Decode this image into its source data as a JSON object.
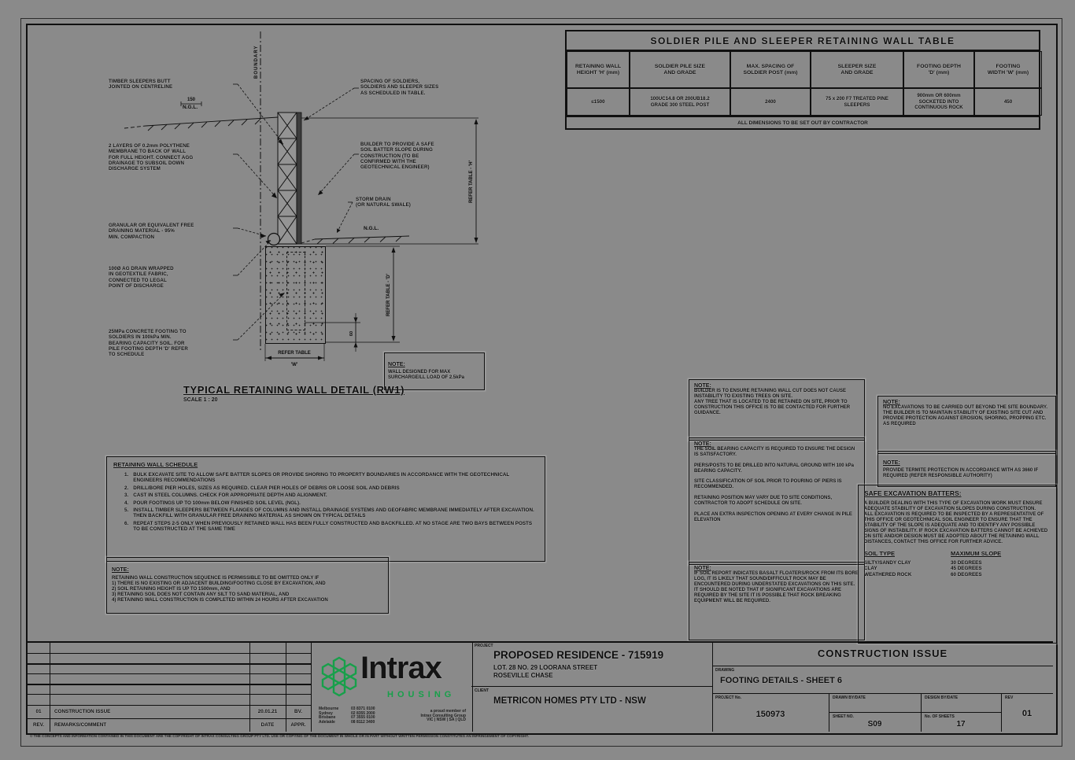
{
  "table": {
    "title": "SOLDIER PILE AND SLEEPER RETAINING WALL TABLE",
    "headers": [
      "RETAINING WALL\nHEIGHT 'H' (mm)",
      "SOLDIER PILE SIZE\nAND GRADE",
      "MAX. SPACING OF\nSOLDIER POST (mm)",
      "SLEEPER SIZE\nAND GRADE",
      "FOOTING DEPTH\n'D' (mm)",
      "FOOTING\nWIDTH 'W' (mm)"
    ],
    "row": [
      "≤1500",
      "100UC14.8 OR 200UB18.2\nGRADE 300 STEEL POST",
      "2400",
      "75 x 200 F7 TREATED PINE\nSLEEPERS",
      "900mm OR 600mm\nSOCKETED INTO\nCONTINUOUS ROCK",
      "450"
    ],
    "footer": "ALL DIMENSIONS TO BE SET OUT BY CONTRACTOR"
  },
  "detail": {
    "title": "TYPICAL RETAINING WALL DETAIL (RW1)",
    "scale": "SCALE 1 : 20",
    "boundary": "BOUNDARY",
    "ngl_left": "N.G.L.",
    "ngl_right": "N.G.L.",
    "dim_150": "150",
    "dim_h": "REFER TABLE - 'H'",
    "dim_d": "REFER TABLE - 'D'",
    "dim_60": "60",
    "dim_w1": "REFER TABLE",
    "dim_w2": "'W'",
    "ann_left": [
      "TIMBER SLEEPERS BUTT\nJOINTED ON CENTRELINE",
      "2 LAYERS OF 0.2mm POLYTHENE\nMEMBRANE TO BACK OF WALL\nFOR FULL HEIGHT. CONNECT AGG\nDRAINAGE TO SUBSOIL DOWN\nDISCHARGE SYSTEM",
      "GRANULAR OR EQUIVALENT FREE\nDRAINING MATERIAL - 95%\nMIN. COMPACTION",
      "100Ø AG DRAIN WRAPPED\nIN GEOTEXTILE FABRIC,\nCONNECTED TO LEGAL\nPOINT OF DISCHARGE",
      "25MPa CONCRETE FOOTING TO\nSOLDIERS IN 100kPa MIN.\nBEARING CAPACITY SOIL. FOR\nPILE FOOTING DEPTH 'D' REFER\nTO SCHEDULE"
    ],
    "ann_right": [
      "SPACING OF SOLDIERS,\nSOLDIERS AND SLEEPER SIZES\nAS SCHEDULED IN TABLE.",
      "BUILDER TO PROVIDE A SAFE\nSOIL BATTER SLOPE DURING\nCONSTRUCTION (TO BE\nCONFIRMED WITH THE\nGEOTECHNICAL ENGINEER)",
      "STORM DRAIN\n(OR NATURAL SWALE)"
    ],
    "note": {
      "title": "NOTE:",
      "body": "WALL DESIGNED FOR MAX\nSURCHARGE/LL LOAD OF 2.5kPa"
    }
  },
  "schedule": {
    "title": "RETAINING WALL SCHEDULE",
    "items": [
      {
        "n": "1.",
        "t": "BULK EXCAVATE SITE TO ALLOW SAFE BATTER SLOPES OR PROVIDE SHORING TO PROPERTY BOUNDARIES IN ACCORDANCE WITH THE GEOTECHNICAL ENGINEERS RECOMMENDATIONS"
      },
      {
        "n": "2.",
        "t": "DRILL/BORE PIER HOLES, SIZES AS REQUIRED. CLEAR PIER HOLES OF DEBRIS OR LOOSE SOIL AND DEBRIS"
      },
      {
        "n": "3.",
        "t": "CAST IN STEEL COLUMNS. CHECK FOR APPROPRIATE DEPTH AND ALIGNMENT."
      },
      {
        "n": "4.",
        "t": "POUR FOOTINGS UP TO 100mm BELOW FINISHED SOIL LEVEL (NGL)."
      },
      {
        "n": "5.",
        "t": "INSTALL TIMBER SLEEPERS BETWEEN FLANGES OF COLUMNS AND INSTALL DRAINAGE SYSTEMS AND GEOFABRIC MEMBRANE IMMEDIATELY AFTER EXCAVATION. THEN BACKFILL WITH GRANULAR FREE DRAINING MATERIAL AS SHOWN ON TYPICAL DETAILS"
      },
      {
        "n": "6.",
        "t": "REPEAT STEPS 2-5 ONLY WHEN PREVIOUSLY RETAINED WALL HAS BEEN FULLY CONSTRUCTED AND BACKFILLED. AT NO STAGE ARE TWO BAYS BETWEEN POSTS TO BE CONSTRUCTED AT THE SAME TIME"
      }
    ]
  },
  "seq_note": {
    "title": "NOTE:",
    "body": "RETAINING WALL CONSTRUCTION SEQUENCE IS PERMISSIBLE TO BE OMITTED ONLY IF\n1) THERE IS NO EXISTING OR ADJACENT BUILDING/FOOTING CLOSE BY EXCAVATION, AND\n2) SOIL RETAINING HEIGHT IS UP TO 1500mm, AND\n3) RETAINING SOIL DOES NOT CONTAIN ANY SILT TO SAND MATERIAL, AND\n4) RETAINING WALL CONSTRUCTION IS COMPLETED WITHIN 24 HOURS AFTER EXCAVATION"
  },
  "notes_mid": [
    {
      "title": "NOTE:",
      "body": "BUILDER IS TO ENSURE RETAINING WALL CUT DOES NOT CAUSE INSTABILITY TO EXISTING TREES ON SITE.\nANY TREE THAT IS LOCATED TO BE RETAINED ON SITE, PRIOR TO CONSTRUCTION THIS OFFICE IS TO BE CONTACTED FOR FURTHER GUIDANCE."
    },
    {
      "title": "NOTE:",
      "body": "THE SOIL BEARING CAPACITY IS REQUIRED TO ENSURE THE DESIGN IS SATISFACTORY.\n\nPIERS/POSTS TO BE DRILLED INTO NATURAL GROUND WITH 100 kPa BEARING CAPACITY.\n\nSITE CLASSIFICATION OF SOIL PRIOR TO POURING OF PIERS IS RECOMMENDED.\n\nRETAINING POSITION MAY VARY DUE TO SITE CONDITIONS, CONTRACTOR TO ADOPT SCHEDULE ON SITE.\n\nPLACE AN EXTRA INSPECTION OPENING AT EVERY CHANGE IN PILE ELEVATION"
    },
    {
      "title": "NOTE:",
      "body": "IF SOIL REPORT INDICATES BASALT FLOATERS/ROCK FROM ITS BORE LOG, IT IS LIKELY THAT SOUND/DIFFICULT ROCK MAY BE ENCOUNTERED DURING UNDERSTATED EXCAVATIONS ON THIS SITE. IT SHOULD BE NOTED THAT IF SIGNIFICANT EXCAVATIONS ARE REQUIRED BY THE SITE IT IS POSSIBLE THAT ROCK BREAKING EQUIPMENT WILL BE REQUIRED."
    }
  ],
  "notes_right": [
    {
      "title": "NOTE:",
      "body": "NO EXCAVATIONS TO BE CARRIED OUT BEYOND THE SITE BOUNDARY.\nTHE BUILDER IS TO MAINTAIN STABILITY OF EXISTING SITE CUT AND PROVIDE PROTECTION AGAINST EROSION, SHORING, PROPPING ETC. AS REQUIRED"
    },
    {
      "title": "NOTE:",
      "body": "PROVIDE TERMITE PROTECTION IN ACCORDANCE WITH AS 3660 IF REQUIRED (REFER RESPONSIBLE AUTHORITY)"
    }
  ],
  "batters": {
    "title": "SAFE EXCAVATION BATTERS:",
    "body": "A BUILDER DEALING WITH THIS TYPE OF EXCAVATION WORK MUST ENSURE ADEQUATE STABILITY OF EXCAVATION SLOPES DURING CONSTRUCTION.\nALL EXCAVATION IS REQUIRED TO BE INSPECTED BY A REPRESENTATIVE OF THIS OFFICE OR GEOTECHNICAL SOIL ENGINEER TO ENSURE THAT THE STABILITY OF THE SLOPE IS ADEQUATE AND TO IDENTIFY ANY POSSIBLE SIGNS OF INSTABILITY. IF ROCK EXCAVATION BATTERS CANNOT BE ACHIEVED ON SITE AND/OR DESIGN MUST BE ADOPTED ABOUT THE RETAINING WALL DISTANCES, CONTACT THIS OFFICE FOR FURTHER ADVICE.",
    "soil_header": "SOIL TYPE",
    "slope_header": "MAXIMUM SLOPE",
    "rows": [
      {
        "soil": "SILTY/SANDY CLAY",
        "slope": "30 DEGREES"
      },
      {
        "soil": "CLAY",
        "slope": "45 DEGREES"
      },
      {
        "soil": "WEATHERED ROCK",
        "slope": "60 DEGREES"
      }
    ]
  },
  "titleblock": {
    "rev_table": {
      "h_rev": "REV.",
      "h_comment": "REMARKS/COMMENT",
      "h_date": "DATE",
      "h_appr": "APPR.",
      "r_rev": "01",
      "r_comment": "CONSTRUCTION ISSUE",
      "r_date": "20.01.21",
      "r_appr": "BV."
    },
    "logo": {
      "brand": "Intrax",
      "division": "HOUSING",
      "cities": "Melbourne\nSydney\nBrisbane\nAdelaide",
      "phones": "03 8371 0100\n02 8355 2000\n07 3555 0100\n08 8112 3400",
      "member": "a proud member of\nIntrax Consulting Group\nVIC | NSW | SA | QLD"
    },
    "project_label": "PROJECT",
    "project_title": "PROPOSED RESIDENCE - 715919",
    "project_address": "LOT. 28 NO. 29 LOORANA STREET\nROSEVILLE CHASE",
    "client_label": "CLIENT",
    "client_name": "METRICON HOMES PTY LTD - NSW",
    "issue": "CONSTRUCTION ISSUE",
    "drawing_label": "DRAWING",
    "drawing_title": "FOOTING DETAILS - SHEET 6",
    "project_no_label": "PROJECT No.",
    "project_no": "150973",
    "drawn_label": "DRAWN BY/DATE",
    "design_label": "DESIGN BY/DATE",
    "sheet_no_label": "SHEET NO.",
    "sheet_no": "S09",
    "sheets_label": "No. OF SHEETS",
    "sheets": "17",
    "rev_label": "REV",
    "rev": "01"
  },
  "footnote": "© THE CONCEPTS AND INFORMATION CONTAINED IN THIS DOCUMENT ARE THE COPYRIGHT OF INTRAX CONSULTING GROUP PTY LTD. USE OR COPYING OF THE DOCUMENT IN WHOLE OR IN PART WITHOUT WRITTEN PERMISSION CONSTITUTES AN INFRINGEMENT OF COPYRIGHT.",
  "colors": {
    "accent_green": "#17a04a",
    "line": "#101010",
    "paper": "#8a8a8a"
  }
}
